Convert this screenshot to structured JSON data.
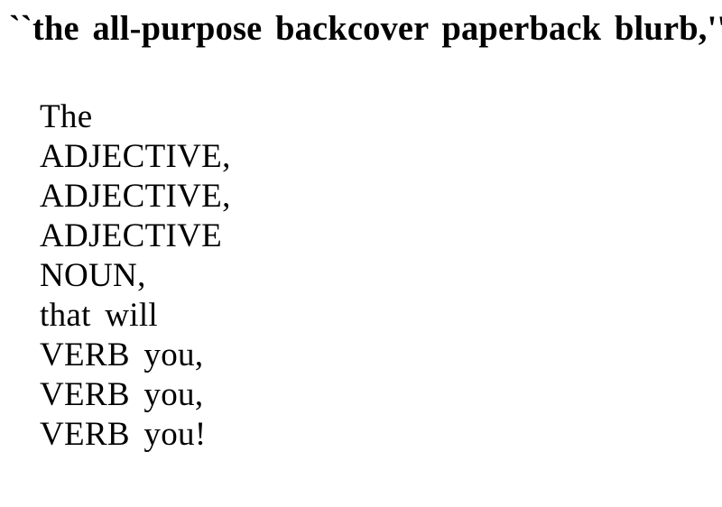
{
  "page": {
    "background_color": "#ffffff",
    "ink_color": "#000000"
  },
  "headline": {
    "text": "``the all-purpose backcover paperback blurb,''"
  },
  "poem": {
    "lines": [
      {
        "text": "The"
      },
      {
        "text": "ADJECTIVE,"
      },
      {
        "text": "ADJECTIVE,"
      },
      {
        "text": "ADJECTIVE"
      },
      {
        "text": "NOUN,"
      },
      {
        "text": "that will"
      },
      {
        "text": "VERB you,"
      },
      {
        "text": "VERB you,"
      },
      {
        "text": "VERB you!"
      }
    ]
  }
}
